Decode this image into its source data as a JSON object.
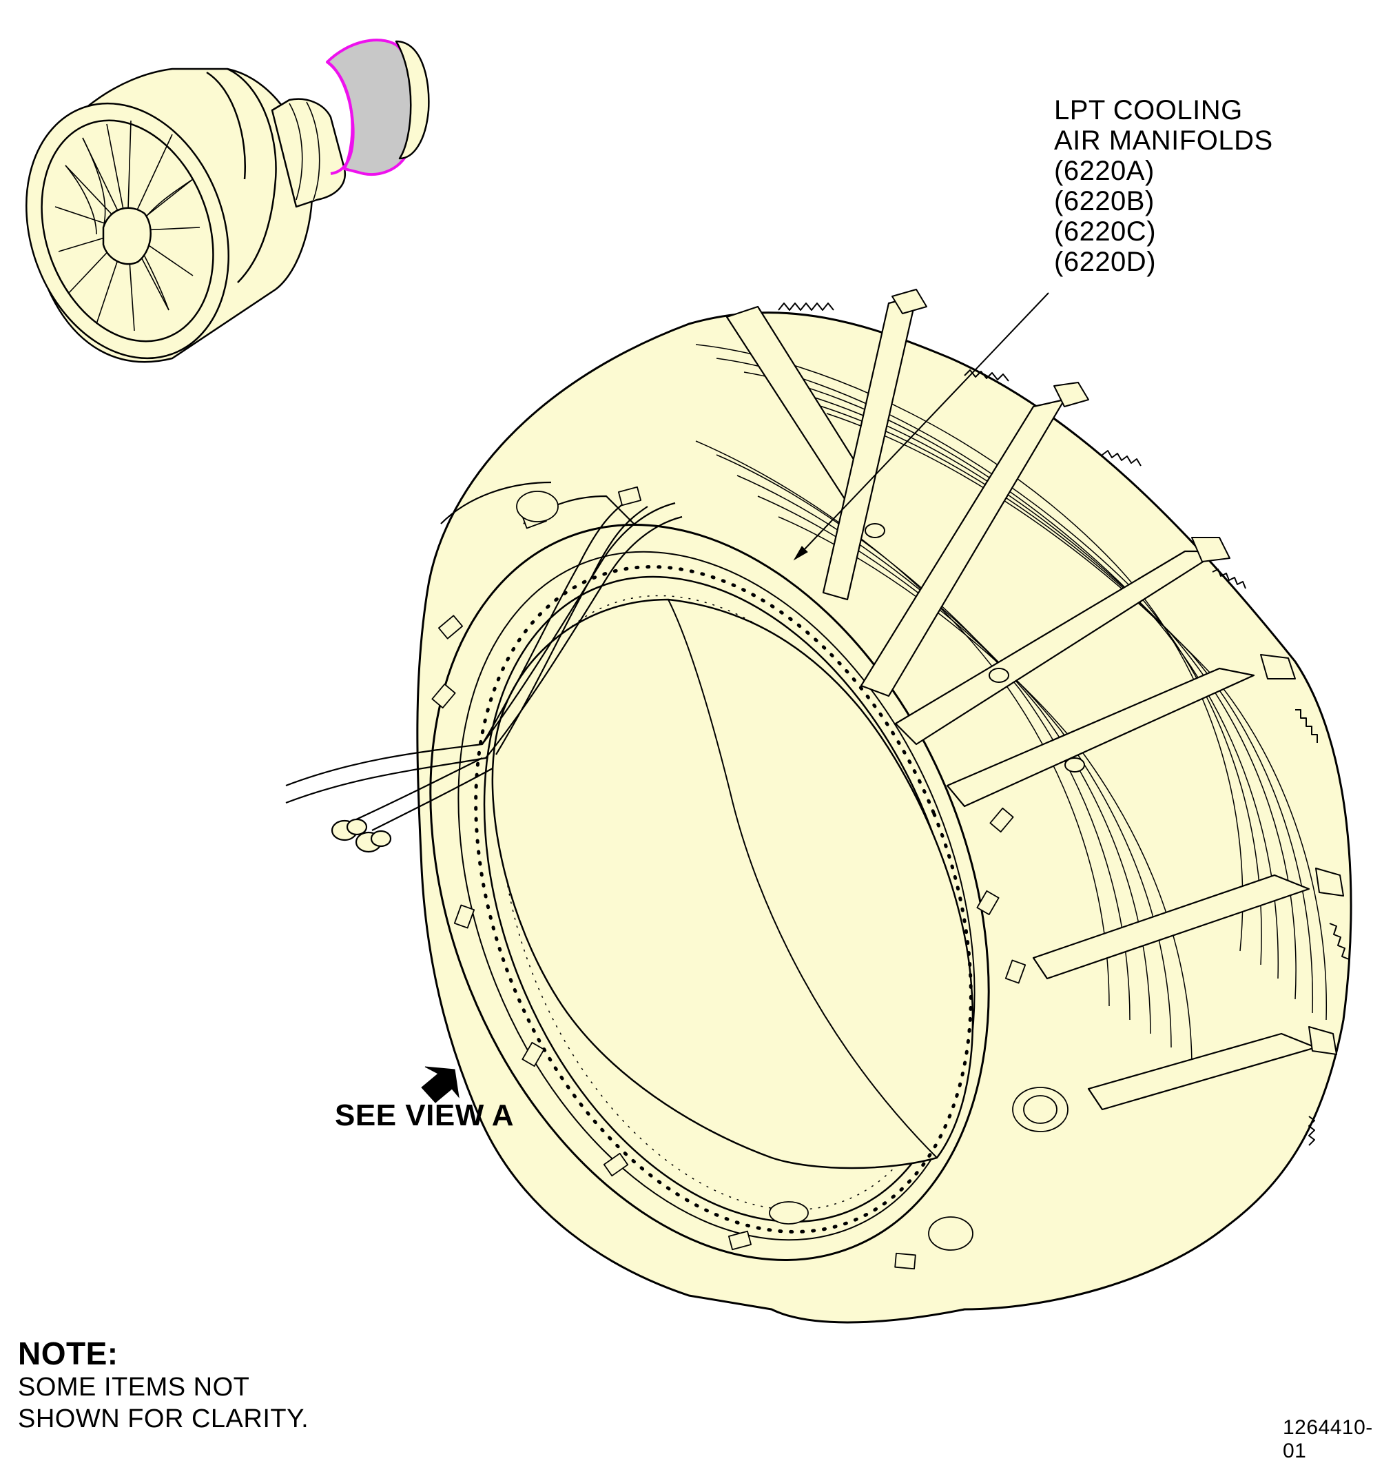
{
  "callout": {
    "lines": [
      "LPT COOLING",
      "AIR MANIFOLDS",
      "(6220A)",
      "(6220B)",
      "(6220C)",
      "(6220D)"
    ]
  },
  "view_reference": "SEE VIEW A",
  "note": {
    "heading": "NOTE:",
    "lines": [
      "SOME ITEMS NOT",
      "SHOWN FOR CLARITY."
    ]
  },
  "figure_number": "1264410-01",
  "colors": {
    "part_fill": "#fcfad2",
    "outline": "#000000",
    "highlight_fill": "#c8c8c8",
    "highlight_outline": "#ee11ee"
  },
  "icons": {
    "engine_locator": "turbofan-engine-icon",
    "view_arrow": "arrow-icon"
  }
}
